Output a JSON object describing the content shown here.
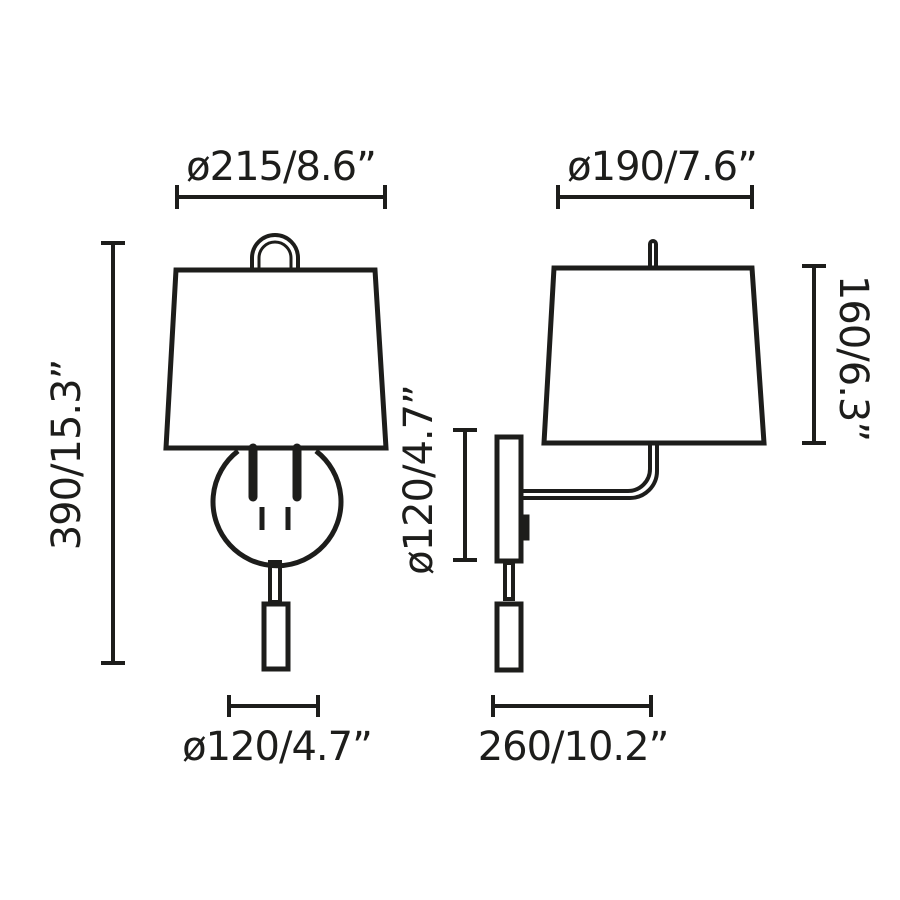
{
  "diagram": {
    "type": "technical-dimension-drawing",
    "subject": "wall lamp with shade, round base, switch and pull cord",
    "stroke_color": "#1d1d1b",
    "background": "#ffffff",
    "front_view": {
      "shade_width_label": "ø215/8.6”",
      "total_height_label": "390/15.3”",
      "base_diameter_label": "ø120/4.7”"
    },
    "side_view": {
      "shade_width_label": "ø190/7.6”",
      "shade_height_label": "160/6.3”",
      "base_diameter_label": "ø120/4.7”",
      "projection_label": "260/10.2”"
    }
  }
}
